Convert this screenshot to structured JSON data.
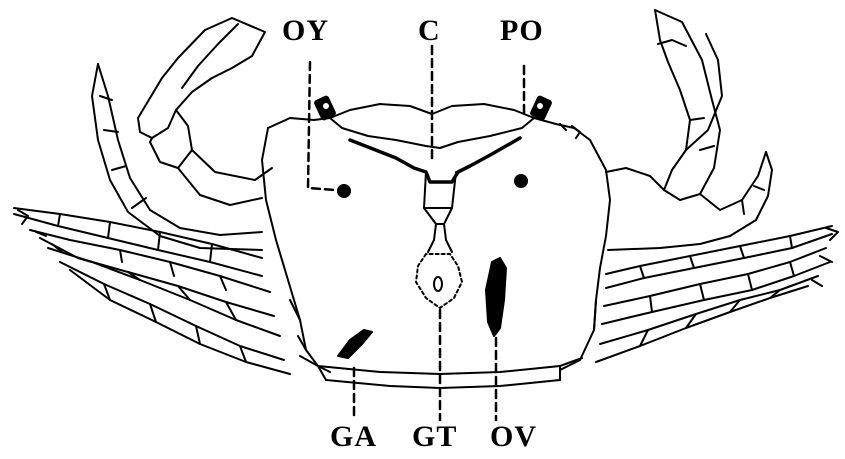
{
  "diagram": {
    "labels": {
      "oy": "OY",
      "c": "C",
      "po": "PO",
      "ga": "GA",
      "gt": "GT",
      "ov": "OV"
    },
    "colors": {
      "ink": "#000000",
      "background": "#ffffff"
    }
  }
}
